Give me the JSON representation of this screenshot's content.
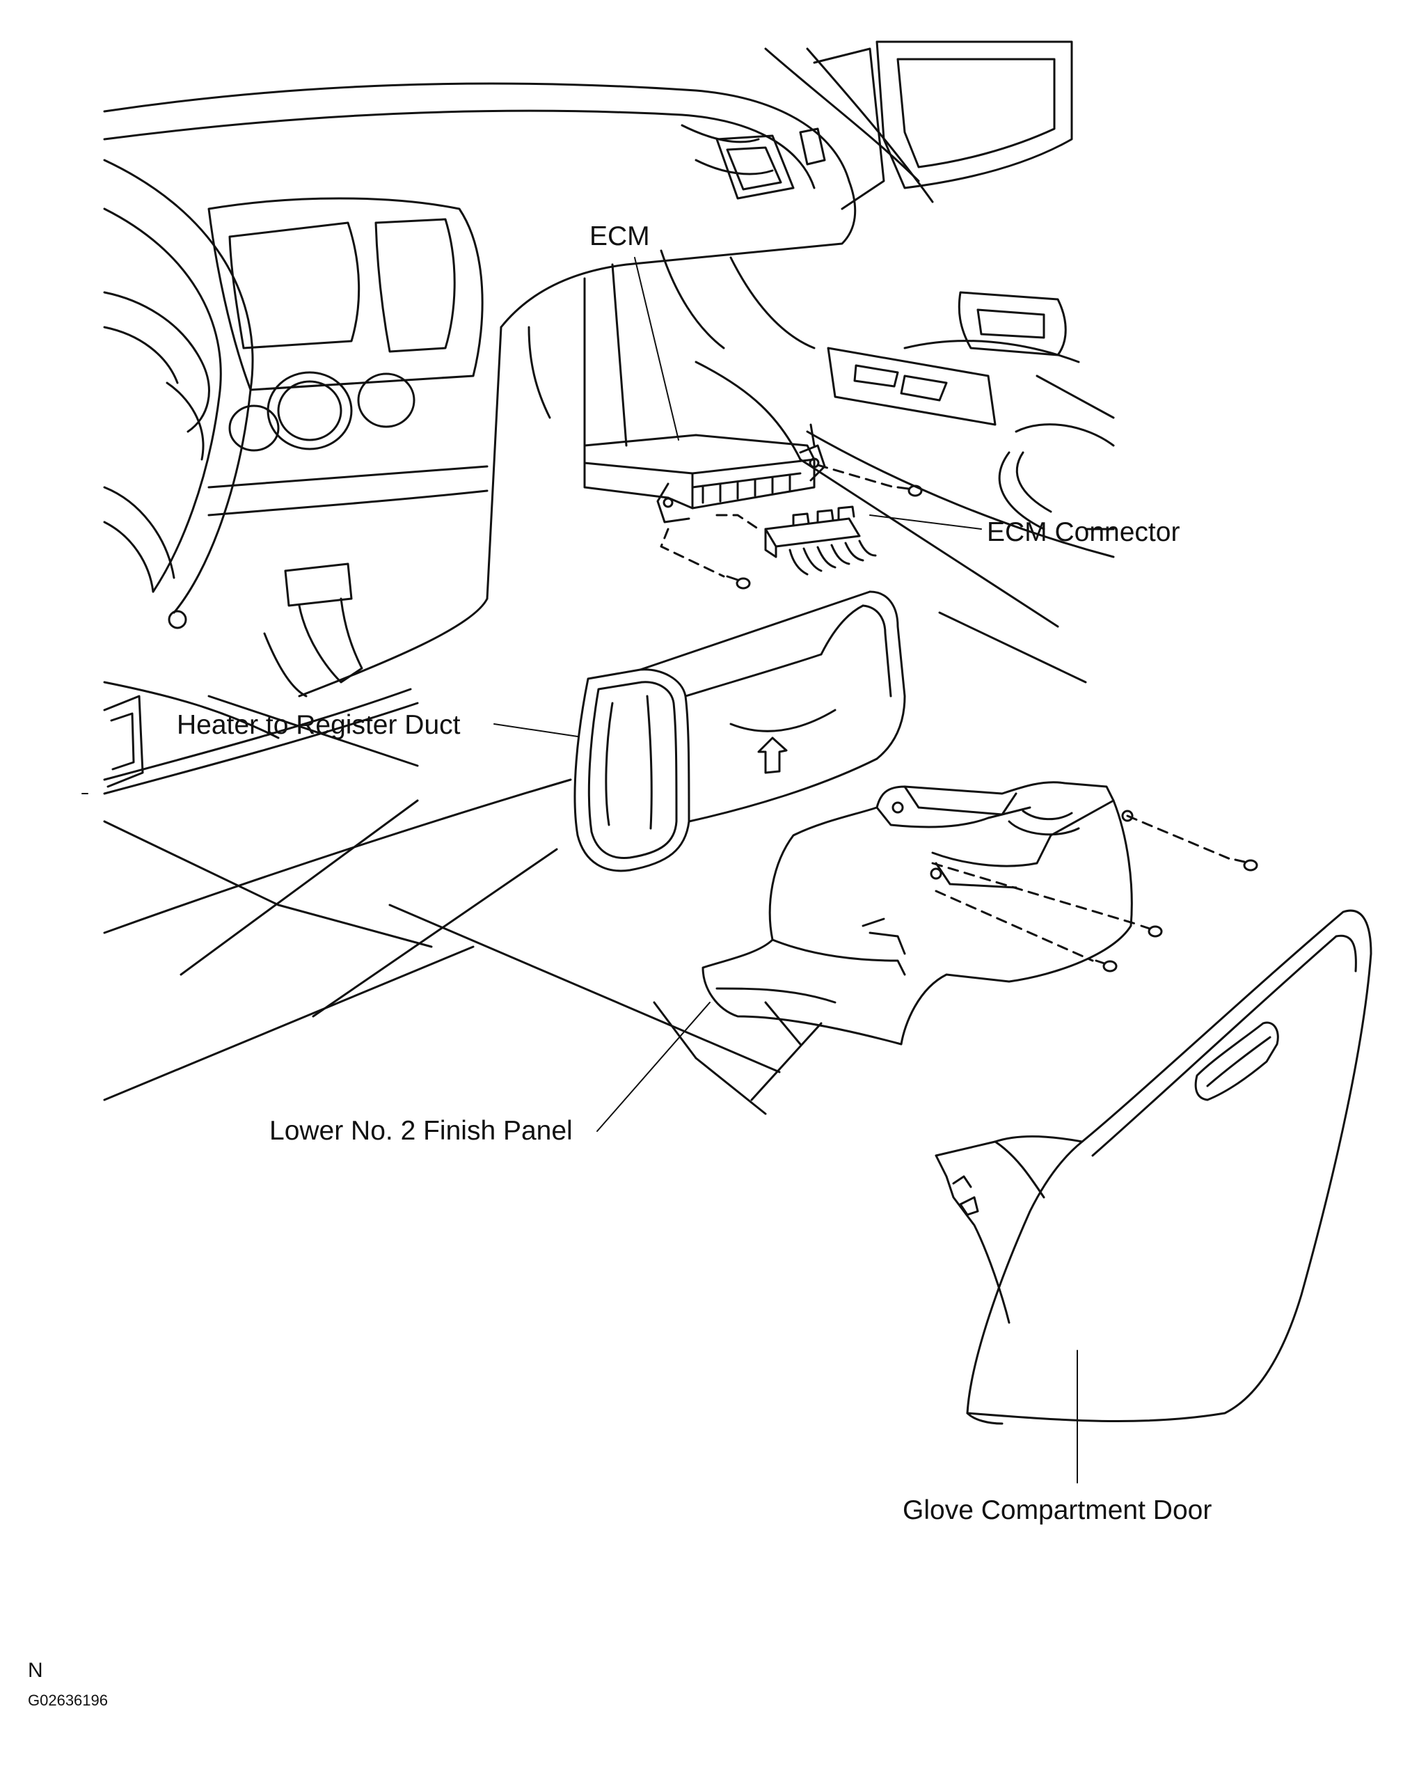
{
  "labels": {
    "ecm": "ECM",
    "ecm_connector": "ECM Connector",
    "heater_duct": "Heater to Register Duct",
    "finish_panel": "Lower No. 2 Finish Panel",
    "glove_door": "Glove Compartment Door"
  },
  "footer": {
    "view_letter": "N",
    "figure_code": "G02636196"
  },
  "colors": {
    "line": "#111111",
    "background": "#ffffff"
  }
}
